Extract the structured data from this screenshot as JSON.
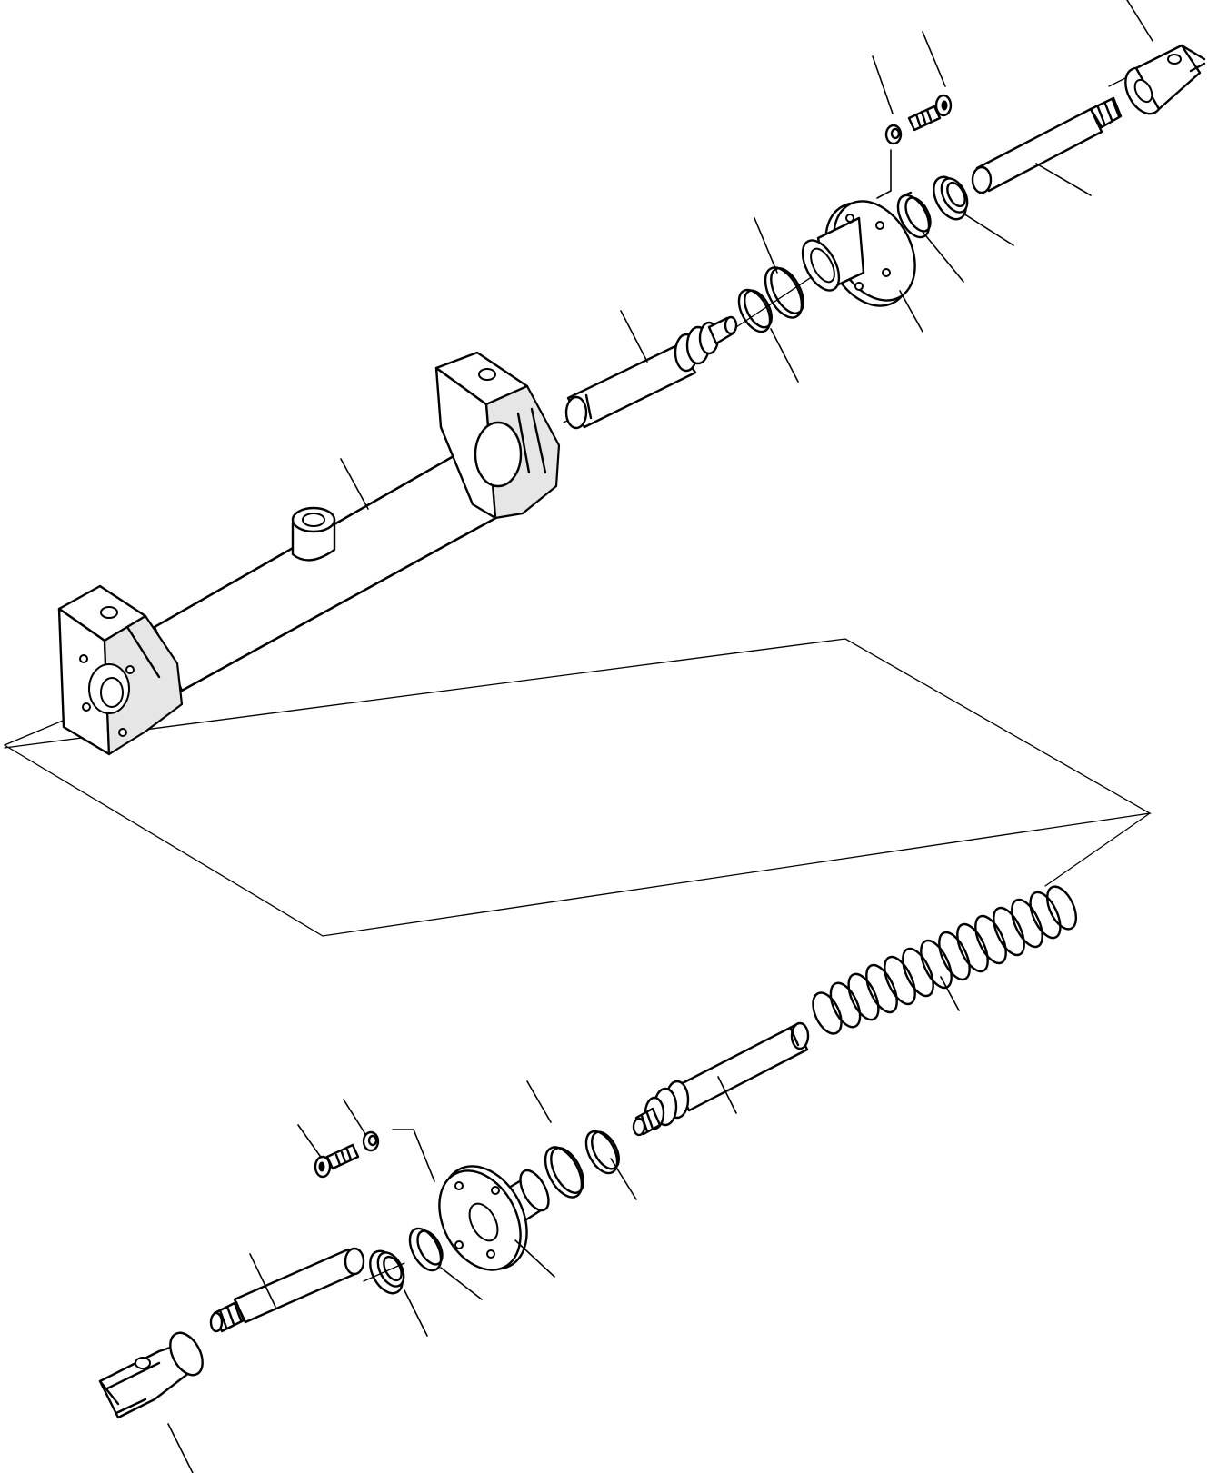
{
  "diagram": {
    "type": "exploded-parts-view",
    "background": "#ffffff",
    "line_color": "#000000",
    "callout_labels": [],
    "upper_assembly": {
      "parts": [
        "clevis-end-fitting",
        "screw",
        "washer",
        "piston-rod",
        "wiper-ring",
        "seal-ring",
        "cylinder-head-flange",
        "o-ring-large",
        "o-ring-small",
        "piston",
        "cylinder-body"
      ]
    },
    "lower_assembly": {
      "parts": [
        "compression-spring",
        "piston",
        "o-ring-large",
        "o-ring-small",
        "washer",
        "screw",
        "cylinder-head-flange",
        "seal-ring",
        "wiper-ring",
        "piston-rod",
        "clevis-end-fitting"
      ]
    }
  }
}
